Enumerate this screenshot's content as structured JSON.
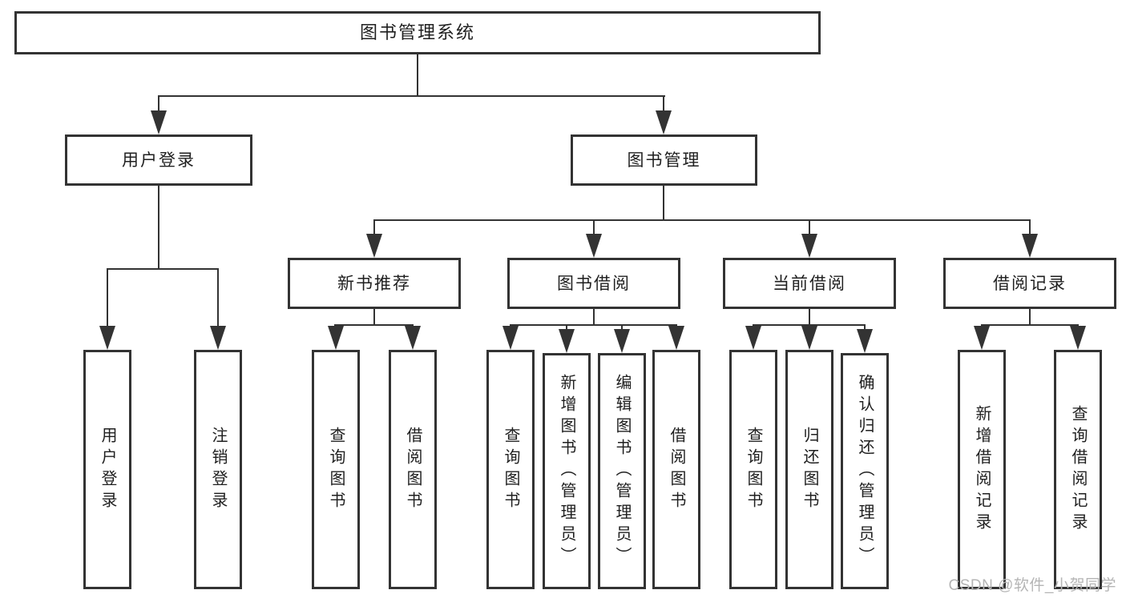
{
  "diagram": {
    "root": {
      "label": "图书管理系统"
    },
    "level2": [
      {
        "label": "用户登录"
      },
      {
        "label": "图书管理"
      }
    ],
    "level3": [
      {
        "label": "新书推荐"
      },
      {
        "label": "图书借阅"
      },
      {
        "label": "当前借阅"
      },
      {
        "label": "借阅记录"
      }
    ],
    "leaves": {
      "user_login": [
        "用户登录",
        "注销登录"
      ],
      "new_book_recommend": [
        "查询图书",
        "借阅图书"
      ],
      "book_borrow": [
        "查询图书",
        "新增图书（管理员）",
        "编辑图书（管理员）",
        "借阅图书"
      ],
      "current_borrow": [
        "查询图书",
        "归还图书",
        "确认归还（管理员）"
      ],
      "borrow_record": [
        "新增借阅记录",
        "查询借阅记录"
      ]
    }
  },
  "watermark": {
    "text": "CSDN @软件_小贺同学"
  },
  "colors": {
    "line": "#333333",
    "text": "#1f1f1f",
    "box_bg": "#ffffff",
    "page_bg": "#ffffff",
    "watermark": "#b5b5b5"
  }
}
